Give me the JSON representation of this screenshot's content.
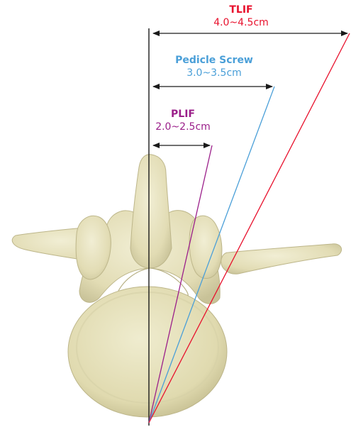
{
  "labels": {
    "tlif": {
      "name": "TLIF",
      "range": "4.0~4.5cm",
      "color": "#e8112d"
    },
    "pedicle_screw": {
      "name": "Pedicle Screw",
      "range": "3.0~3.5cm",
      "color": "#4a9fd8"
    },
    "plif": {
      "name": "PLIF",
      "range": "2.0~2.5cm",
      "color": "#9b1f8a"
    }
  },
  "colors": {
    "midline": "#1a1a1a",
    "bone_fill": "#e6e2c0",
    "bone_shade": "#c9c49a",
    "arrow": "#1a1a1a"
  }
}
